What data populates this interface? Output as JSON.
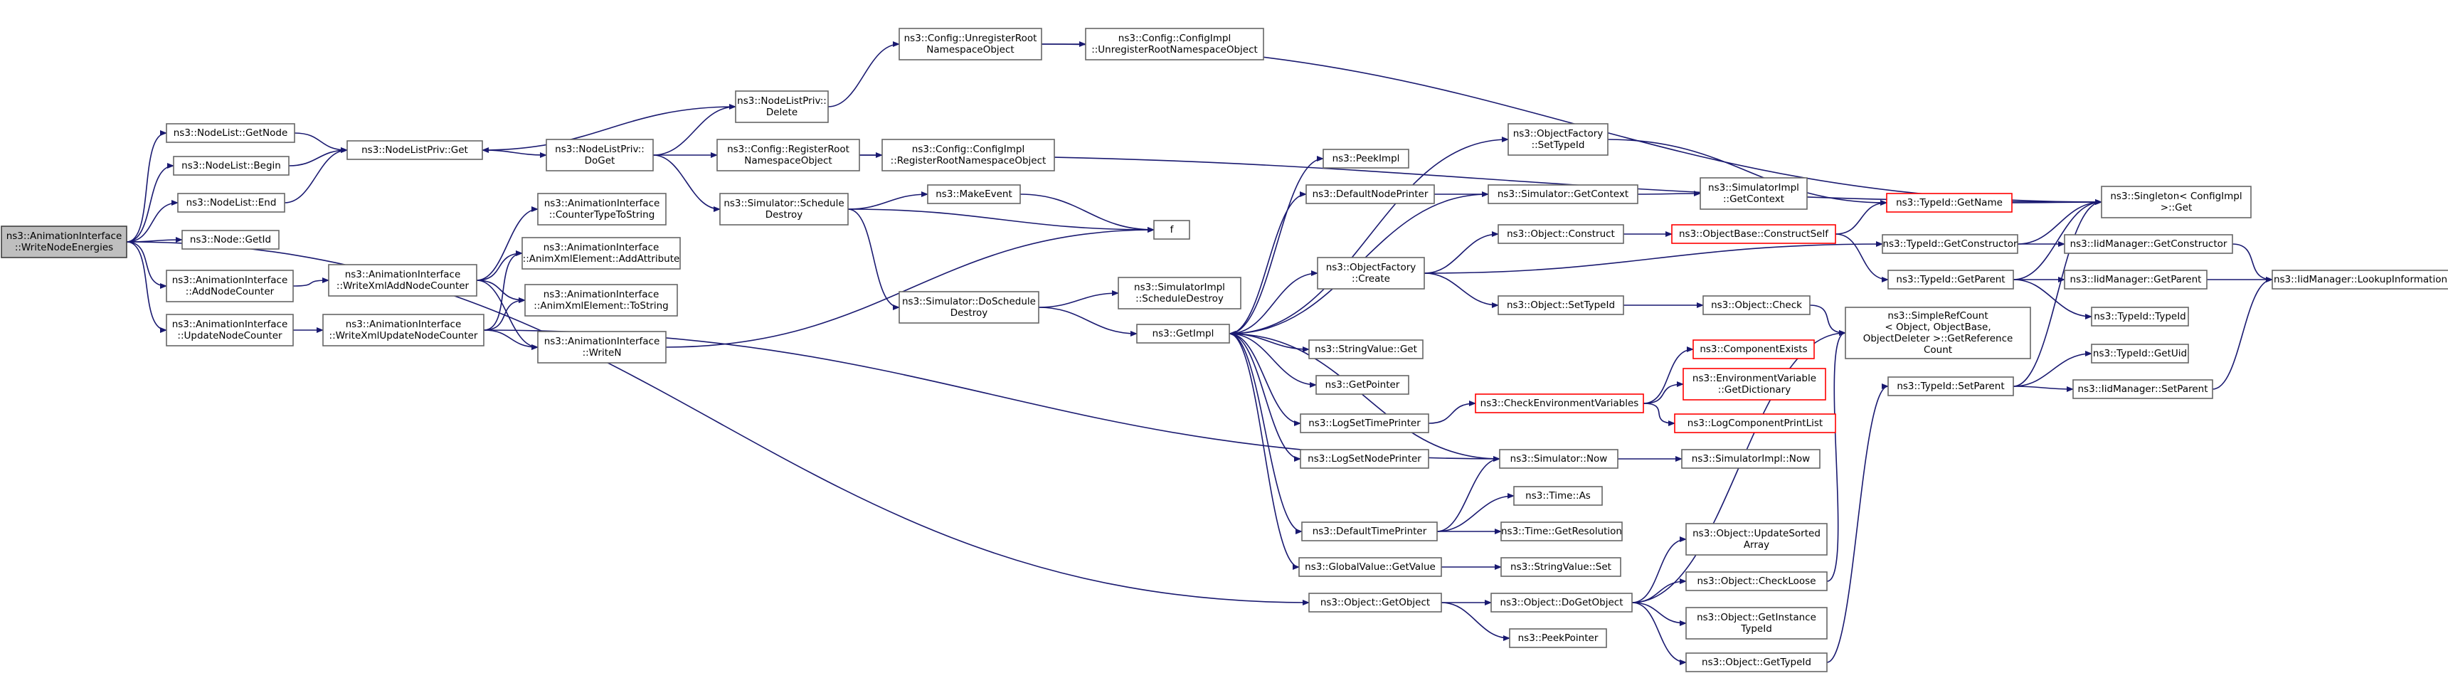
{
  "colors": {
    "edge": "#191970",
    "node_border": "#666666",
    "root_fill": "#bfbfbf",
    "incomplete_border": "#ff0000"
  },
  "nodes": [
    {
      "id": "root",
      "lines": [
        "ns3::AnimationInterface",
        "::WriteNodeEnergies"
      ],
      "root": true
    },
    {
      "id": "nl_getnode",
      "lines": [
        "ns3::NodeList::GetNode"
      ]
    },
    {
      "id": "nl_begin",
      "lines": [
        "ns3::NodeList::Begin"
      ]
    },
    {
      "id": "nl_end",
      "lines": [
        "ns3::NodeList::End"
      ]
    },
    {
      "id": "node_getid",
      "lines": [
        "ns3::Node::GetId"
      ]
    },
    {
      "id": "ai_addnodecounter",
      "lines": [
        "ns3::AnimationInterface",
        "::AddNodeCounter"
      ]
    },
    {
      "id": "ai_updatenodecounter",
      "lines": [
        "ns3::AnimationInterface",
        "::UpdateNodeCounter"
      ]
    },
    {
      "id": "nlp_get",
      "lines": [
        "ns3::NodeListPriv::Get"
      ]
    },
    {
      "id": "ai_writexmladd",
      "lines": [
        "ns3::AnimationInterface",
        "::WriteXmlAddNodeCounter"
      ]
    },
    {
      "id": "ai_writexmlupdate",
      "lines": [
        "ns3::AnimationInterface",
        "::WriteXmlUpdateNodeCounter"
      ]
    },
    {
      "id": "nlp_delete",
      "lines": [
        "ns3::NodeListPriv::",
        "Delete"
      ]
    },
    {
      "id": "nlp_doget",
      "lines": [
        "ns3::NodeListPriv::",
        "DoGet"
      ]
    },
    {
      "id": "ai_countertype",
      "lines": [
        "ns3::AnimationInterface",
        "::CounterTypeToString"
      ]
    },
    {
      "id": "ai_addattribute",
      "lines": [
        "ns3::AnimationInterface",
        "::AnimXmlElement::AddAttribute"
      ]
    },
    {
      "id": "ai_tostring",
      "lines": [
        "ns3::AnimationInterface",
        "::AnimXmlElement::ToString"
      ]
    },
    {
      "id": "ai_writen",
      "lines": [
        "ns3::AnimationInterface",
        "::WriteN"
      ]
    },
    {
      "id": "cfg_unregister",
      "lines": [
        "ns3::Config::UnregisterRoot",
        "NamespaceObject"
      ]
    },
    {
      "id": "cfg_register",
      "lines": [
        "ns3::Config::RegisterRoot",
        "NamespaceObject"
      ]
    },
    {
      "id": "sim_scheduledestroy",
      "lines": [
        "ns3::Simulator::Schedule",
        "Destroy"
      ]
    },
    {
      "id": "sim_doscheduledestroy",
      "lines": [
        "ns3::Simulator::DoSchedule",
        "Destroy"
      ]
    },
    {
      "id": "cfgimpl_unregister",
      "lines": [
        "ns3::Config::ConfigImpl",
        "::UnregisterRootNamespaceObject"
      ]
    },
    {
      "id": "cfgimpl_register",
      "lines": [
        "ns3::Config::ConfigImpl",
        "::RegisterRootNamespaceObject"
      ]
    },
    {
      "id": "makeevent",
      "lines": [
        "ns3::MakeEvent"
      ]
    },
    {
      "id": "f",
      "lines": [
        "f"
      ]
    },
    {
      "id": "simimpl_scheduledestroy",
      "lines": [
        "ns3::SimulatorImpl",
        "::ScheduleDestroy"
      ]
    },
    {
      "id": "getimpl",
      "lines": [
        "ns3::GetImpl"
      ]
    },
    {
      "id": "peekimpl",
      "lines": [
        "ns3::PeekImpl"
      ]
    },
    {
      "id": "defaultnodeprinter",
      "lines": [
        "ns3::DefaultNodePrinter"
      ]
    },
    {
      "id": "of_create",
      "lines": [
        "ns3::ObjectFactory",
        "::Create"
      ]
    },
    {
      "id": "stringvalue_get",
      "lines": [
        "ns3::StringValue::Get"
      ]
    },
    {
      "id": "getpointer",
      "lines": [
        "ns3::GetPointer"
      ]
    },
    {
      "id": "logsettimeprinter",
      "lines": [
        "ns3::LogSetTimePrinter"
      ]
    },
    {
      "id": "logsetnodeprinter",
      "lines": [
        "ns3::LogSetNodePrinter"
      ]
    },
    {
      "id": "defaulttimeprinter",
      "lines": [
        "ns3::DefaultTimePrinter"
      ]
    },
    {
      "id": "globalvalue_getvalue",
      "lines": [
        "ns3::GlobalValue::GetValue"
      ]
    },
    {
      "id": "object_getobject",
      "lines": [
        "ns3::Object::GetObject"
      ]
    },
    {
      "id": "of_settypeid",
      "lines": [
        "ns3::ObjectFactory",
        "::SetTypeId"
      ]
    },
    {
      "id": "sim_getcontext",
      "lines": [
        "ns3::Simulator::GetContext"
      ]
    },
    {
      "id": "object_construct",
      "lines": [
        "ns3::Object::Construct"
      ]
    },
    {
      "id": "object_settypeid",
      "lines": [
        "ns3::Object::SetTypeId"
      ]
    },
    {
      "id": "checkenv",
      "lines": [
        "ns3::CheckEnvironmentVariables"
      ],
      "red": true
    },
    {
      "id": "sim_now",
      "lines": [
        "ns3::Simulator::Now"
      ]
    },
    {
      "id": "time_as",
      "lines": [
        "ns3::Time::As"
      ]
    },
    {
      "id": "time_getresolution",
      "lines": [
        "ns3::Time::GetResolution"
      ]
    },
    {
      "id": "stringvalue_set",
      "lines": [
        "ns3::StringValue::Set"
      ]
    },
    {
      "id": "object_dogetobject",
      "lines": [
        "ns3::Object::DoGetObject"
      ]
    },
    {
      "id": "peekpointer",
      "lines": [
        "ns3::PeekPointer"
      ]
    },
    {
      "id": "simimpl_getcontext",
      "lines": [
        "ns3::SimulatorImpl",
        "::GetContext"
      ]
    },
    {
      "id": "objectbase_constructself",
      "lines": [
        "ns3::ObjectBase::ConstructSelf"
      ],
      "red": true
    },
    {
      "id": "object_check",
      "lines": [
        "ns3::Object::Check"
      ]
    },
    {
      "id": "componentexists",
      "lines": [
        "ns3::ComponentExists"
      ],
      "red": true
    },
    {
      "id": "envvar_getdictionary",
      "lines": [
        "ns3::EnvironmentVariable",
        "::GetDictionary"
      ],
      "red": true
    },
    {
      "id": "logcomponentprintlist",
      "lines": [
        "ns3::LogComponentPrintList"
      ],
      "red": true
    },
    {
      "id": "simimpl_now",
      "lines": [
        "ns3::SimulatorImpl::Now"
      ]
    },
    {
      "id": "object_updatesortedarray",
      "lines": [
        "ns3::Object::UpdateSorted",
        "Array"
      ]
    },
    {
      "id": "object_checkloose",
      "lines": [
        "ns3::Object::CheckLoose"
      ]
    },
    {
      "id": "object_getinstancetypeid",
      "lines": [
        "ns3::Object::GetInstance",
        "TypeId"
      ]
    },
    {
      "id": "object_gettypeid",
      "lines": [
        "ns3::Object::GetTypeId"
      ]
    },
    {
      "id": "typeid_getname",
      "lines": [
        "ns3::TypeId::GetName"
      ],
      "red": true
    },
    {
      "id": "typeid_getconstructor",
      "lines": [
        "ns3::TypeId::GetConstructor"
      ]
    },
    {
      "id": "typeid_getparent",
      "lines": [
        "ns3::TypeId::GetParent"
      ]
    },
    {
      "id": "simplerefcount",
      "lines": [
        "ns3::SimpleRefCount",
        "< Object, ObjectBase,",
        "ObjectDeleter >::GetReference",
        "Count"
      ]
    },
    {
      "id": "typeid_setparent",
      "lines": [
        "ns3::TypeId::SetParent"
      ]
    },
    {
      "id": "singleton_get",
      "lines": [
        "ns3::Singleton< ConfigImpl",
        " >::Get"
      ]
    },
    {
      "id": "iidm_getconstructor",
      "lines": [
        "ns3::IidManager::GetConstructor"
      ]
    },
    {
      "id": "iidm_getparent",
      "lines": [
        "ns3::IidManager::GetParent"
      ]
    },
    {
      "id": "typeid_typeid",
      "lines": [
        "ns3::TypeId::TypeId"
      ]
    },
    {
      "id": "typeid_getuid",
      "lines": [
        "ns3::TypeId::GetUid"
      ]
    },
    {
      "id": "iidm_setparent",
      "lines": [
        "ns3::IidManager::SetParent"
      ]
    },
    {
      "id": "iidm_lookupinformation",
      "lines": [
        "ns3::IidManager::LookupInformation"
      ]
    }
  ]
}
